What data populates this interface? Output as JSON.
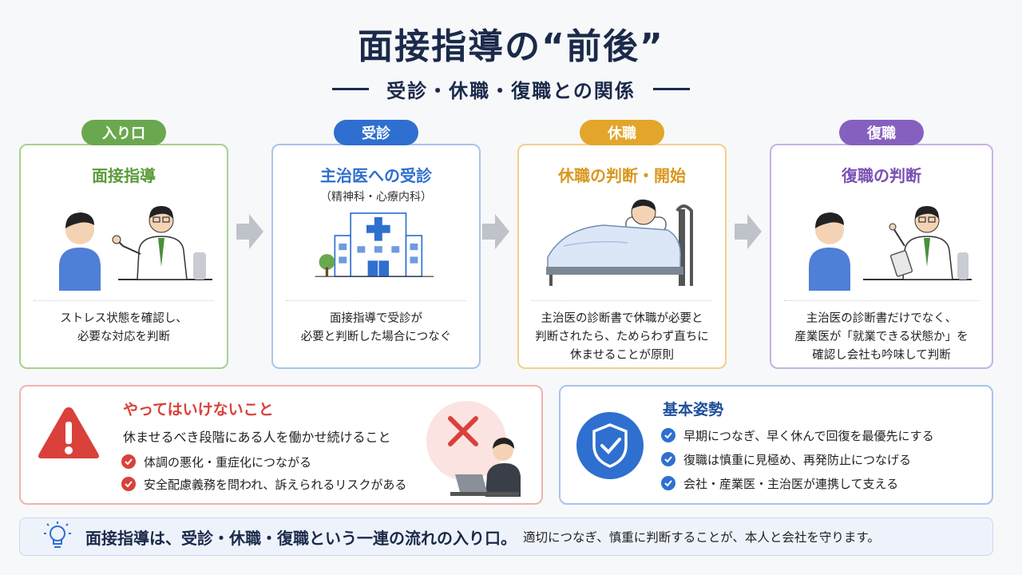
{
  "header": {
    "title": "面接指導の“前後”",
    "subtitle": "受診・休職・復職との関係"
  },
  "stages": [
    {
      "tag": "入り口",
      "heading": "面接指導",
      "subheading": "",
      "text": "ストレス状態を確認し、\n必要な対応を判断",
      "color": "#6aa84f"
    },
    {
      "tag": "受診",
      "heading": "主治医への受診",
      "subheading": "（精神科・心療内科）",
      "text": "面接指導で受診が\n必要と判断した場合につなぐ",
      "color": "#2f6fd0"
    },
    {
      "tag": "休職",
      "heading": "休職の判断・開始",
      "subheading": "",
      "text": "主治医の診断書で休職が必要と\n判断されたら、ためらわず直ちに\n休ませることが原則",
      "color": "#e3a52a"
    },
    {
      "tag": "復職",
      "heading": "復職の判断",
      "subheading": "",
      "text": "主治医の診断書だけでなく、\n産業医が「就業できる状態か」を\n確認し会社も吟味して判断",
      "color": "#8660bf"
    }
  ],
  "warning": {
    "title": "やってはいけないこと",
    "lead": "休ませるべき段階にある人を働かせ続けること",
    "items": [
      "体調の悪化・重症化につながる",
      "安全配慮義務を問われ、訴えられるリスクがある"
    ],
    "color": "#d9413a"
  },
  "basic": {
    "title": "基本姿勢",
    "items": [
      "早期につなぎ、早く休んで回復を最優先にする",
      "復職は慎重に見極め、再発防止につなげる",
      "会社・産業医・主治医が連携して支える"
    ],
    "color": "#2f6fd0"
  },
  "footer": {
    "main": "面接指導は、受診・休職・復職という一連の流れの入り口。",
    "rest": "適切につなぎ、慎重に判断することが、本人と会社を守ります。"
  },
  "icons": [
    "person-icon",
    "doctor-icon",
    "hospital-icon",
    "bed-patient-icon",
    "arrow-right-icon",
    "warning-icon",
    "x-mark-icon",
    "laptop-worker-icon",
    "shield-icon",
    "check-icon",
    "lightbulb-icon"
  ]
}
